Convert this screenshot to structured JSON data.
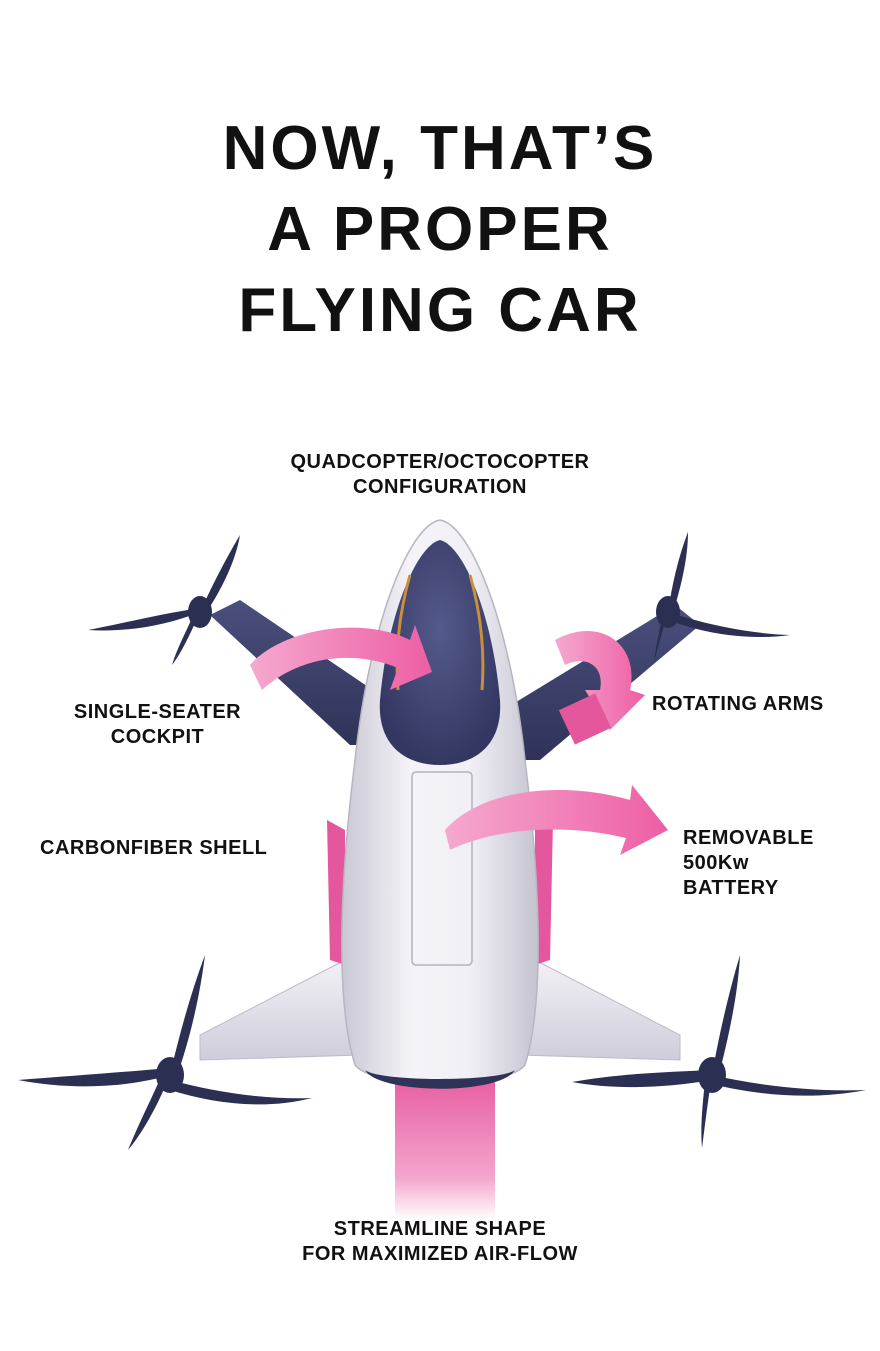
{
  "headline": {
    "line1": "NOW, THAT’S",
    "line2": "A PROPER",
    "line3": "FLYING CAR"
  },
  "labels": {
    "config_line1": "QUADCOPTER/OCTOCOPTER",
    "config_line2": "CONFIGURATION",
    "cockpit_line1": "SINGLE-SEATER",
    "cockpit_line2": "COCKPIT",
    "rotating_arms": "ROTATING ARMS",
    "shell": "CARBONFIBER SHELL",
    "battery_line1": "REMOVABLE",
    "battery_line2": "500Kw",
    "battery_line3": "BATTERY",
    "streamline_line1": "STREAMLINE SHAPE",
    "streamline_line2": "FOR MAXIMIZED AIR-FLOW"
  },
  "colors": {
    "text": "#111111",
    "accent_pink": "#f27ab5",
    "body_white": "#eceaf1",
    "cockpit_navy": "#3f4470",
    "propeller_navy": "#2b2f52"
  }
}
